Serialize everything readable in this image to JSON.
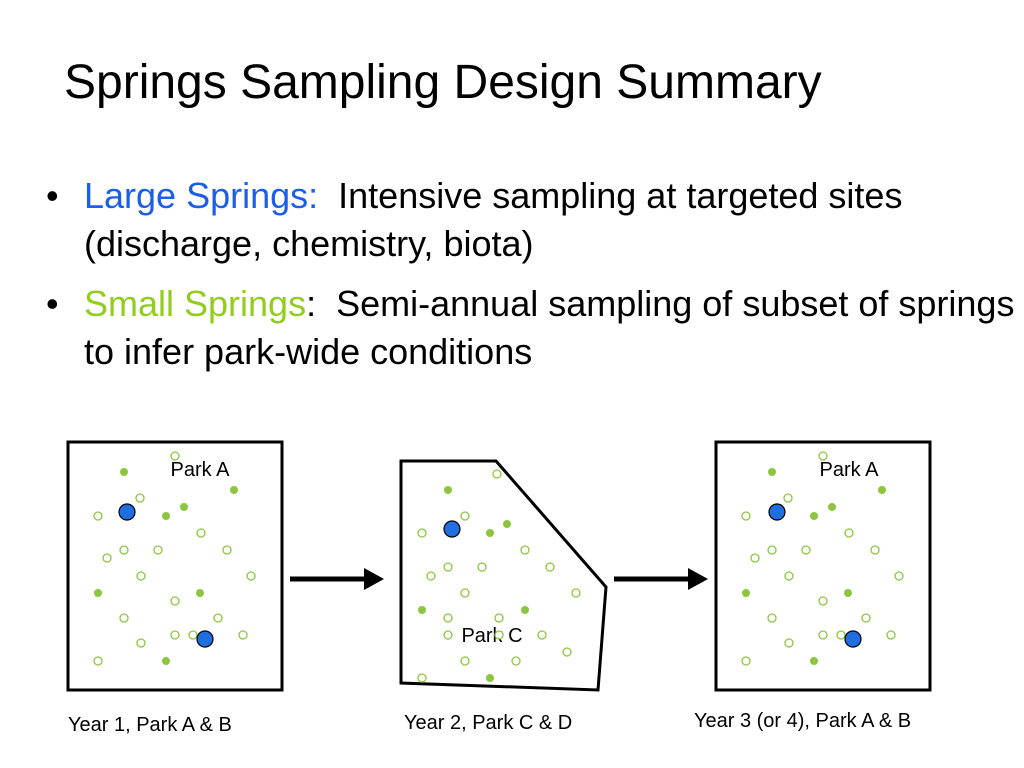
{
  "title": "Springs Sampling Design Summary",
  "bullets": [
    {
      "marker": "•",
      "lead": "Large Springs:",
      "lead_color": "#1a5eea",
      "text": "  Intensive sampling at targeted sites (discharge, chemistry, biota)"
    },
    {
      "marker": "•",
      "lead": "Small Springs",
      "lead_color": "#92cd1e",
      "text": ":  Semi-annual sampling of subset of springs to infer park-wide conditions"
    }
  ],
  "diagram": {
    "panels": [
      {
        "park_label": "Park A",
        "caption": "Year 1, Park A & B"
      },
      {
        "park_label": "Park C",
        "caption": "Year 2, Park C & D"
      },
      {
        "park_label": "Park A",
        "caption": "Year 3 (or 4), Park A & B"
      }
    ],
    "colors": {
      "large_spring": "#1f6fe0",
      "sampled_spring": "#8cc63f",
      "unsampled_spring": "#8cc63f"
    }
  }
}
